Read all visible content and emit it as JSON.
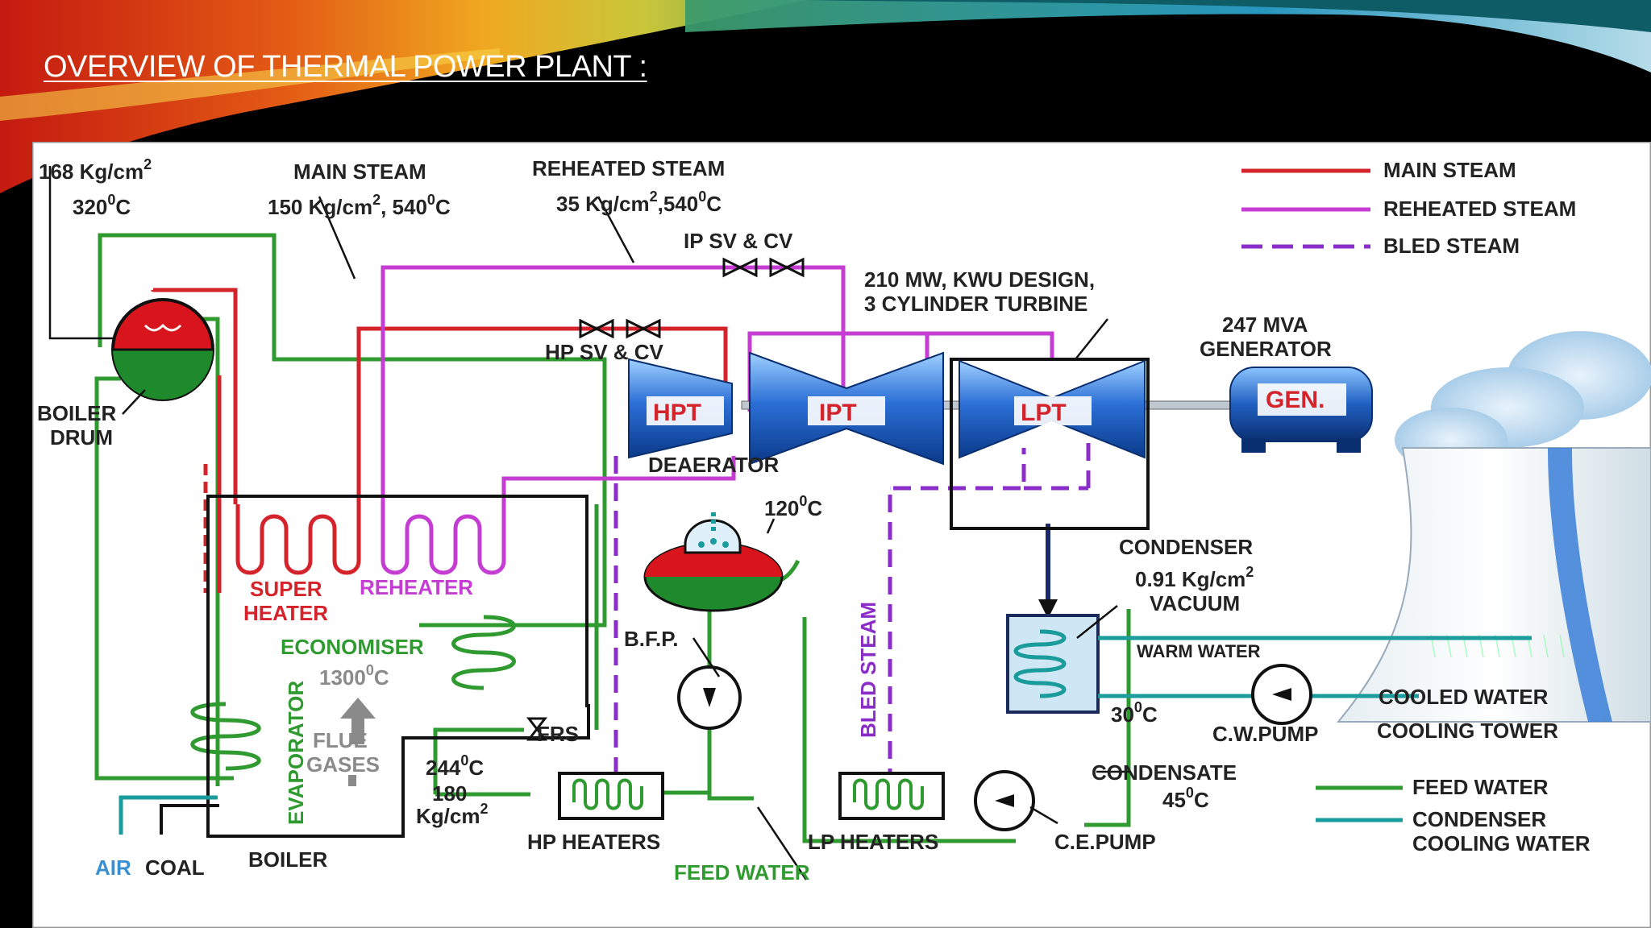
{
  "slide_title": "OVERVIEW OF THERMAL POWER PLANT :",
  "colors": {
    "main_steam": "#d4232a",
    "reheated_steam": "#c43cd2",
    "bled_steam": "#8a2cc8",
    "feed_water": "#2f9a2f",
    "cooling_water": "#1a9c9c",
    "air": "#3a8fd0",
    "turbine_blue": "#2b6fd6",
    "drum_red": "#d8151c",
    "drum_green": "#1f8a2c"
  },
  "legend": {
    "main_steam": "MAIN STEAM",
    "reheated_steam": "REHEATED STEAM",
    "bled_steam": "BLED STEAM",
    "feed_water": "FEED WATER",
    "condenser_cooling_water_1": "CONDENSER",
    "condenser_cooling_water_2": "COOLING WATER"
  },
  "labels": {
    "drum_pressure": "168 Kg/cm",
    "drum_pressure_sup": "2",
    "drum_temp": "320",
    "drum_temp_sup": "0",
    "drum_temp_unit": "C",
    "main_steam_title": "MAIN STEAM",
    "main_steam_value_a": "150 Kg/cm",
    "main_steam_value_sup": "2",
    "main_steam_value_b": ", 540",
    "main_steam_value_sup2": "0",
    "main_steam_value_c": "C",
    "reheated_title": "REHEATED STEAM",
    "reheated_value_a": "35 Kg/cm",
    "reheated_value_sup": "2",
    "reheated_value_b": ",540",
    "reheated_value_sup2": "0",
    "reheated_value_c": "C",
    "ip_valve": "IP SV & CV",
    "hp_valve": "HP SV & CV",
    "turbine_desc_1": "210 MW, KWU DESIGN,",
    "turbine_desc_2": "3 CYLINDER TURBINE",
    "generator_1": "247 MVA",
    "generator_2": "GENERATOR",
    "hpt": "HPT",
    "ipt": "IPT",
    "lpt": "LPT",
    "gen": "GEN.",
    "boiler_drum_1": "BOILER",
    "boiler_drum_2": "DRUM",
    "deaerator": "DEAERATOR",
    "deaerator_temp": "120",
    "deaerator_temp_sup": "0",
    "deaerator_temp_unit": "C",
    "super_heater_1": "SUPER",
    "super_heater_2": "HEATER",
    "reheater": "REHEATER",
    "economiser": "ECONOMISER",
    "flue_temp": "1300",
    "flue_temp_sup": "0",
    "flue_temp_unit": "C",
    "flue_1": "FLUE",
    "flue_2": "GASES",
    "evaporator": "EVAPORATOR",
    "frs": "FRS",
    "bfp": "B.F.P.",
    "hp_temp": "244",
    "hp_temp_sup": "0",
    "hp_temp_unit": "C",
    "hp_pressure_1": "180",
    "hp_pressure_2": "Kg/cm",
    "hp_pressure_sup": "2",
    "hp_heaters": "HP HEATERS",
    "lp_heaters": "LP HEATERS",
    "feed_water": "FEED WATER",
    "bled_steam": "BLED STEAM",
    "condenser_title": "CONDENSER",
    "condenser_vacuum_a": "0.91 Kg/cm",
    "condenser_vacuum_sup": "2",
    "condenser_vacuum_b": "VACUUM",
    "warm_water": "WARM WATER",
    "cooled_water": "COOLED WATER",
    "cooling_tower": "COOLING TOWER",
    "cw_temp": "30",
    "cw_temp_sup": "0",
    "cw_temp_unit": "C",
    "cw_pump": "C.W.PUMP",
    "condensate": "CONDENSATE",
    "condensate_temp": "45",
    "condensate_temp_sup": "0",
    "condensate_temp_unit": "C",
    "ce_pump": "C.E.PUMP",
    "air": "AIR",
    "coal": "COAL",
    "boiler": "BOILER"
  }
}
